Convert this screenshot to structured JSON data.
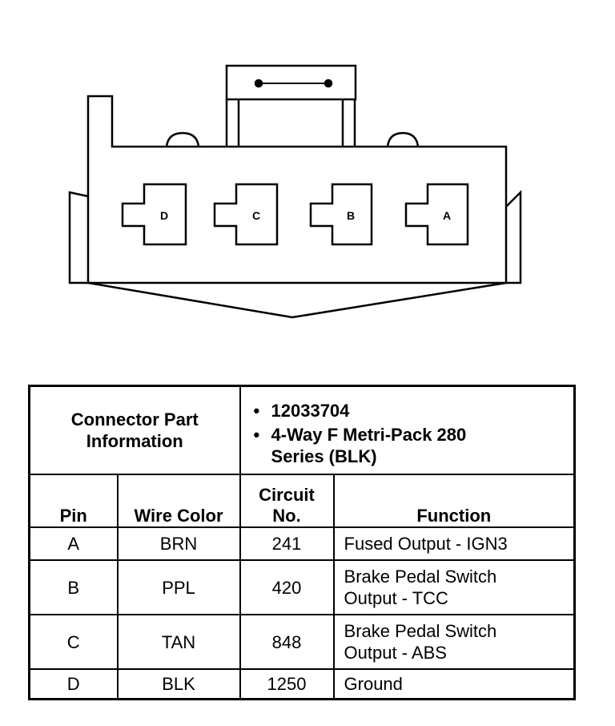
{
  "connector": {
    "pins": [
      "D",
      "C",
      "B",
      "A"
    ]
  },
  "info": {
    "label_line1": "Connector Part",
    "label_line2": "Information",
    "items": [
      "12033704",
      "4-Way F Metri-Pack 280",
      "Series (BLK)"
    ]
  },
  "headers": {
    "pin": "Pin",
    "wire_color": "Wire Color",
    "circuit_line1": "Circuit",
    "circuit_line2": "No.",
    "function": "Function"
  },
  "rows": [
    {
      "pin": "A",
      "wire": "BRN",
      "circuit": "241",
      "func1": "Fused Output - IGN3",
      "func2": ""
    },
    {
      "pin": "B",
      "wire": "PPL",
      "circuit": "420",
      "func1": "Brake Pedal Switch",
      "func2": "Output - TCC"
    },
    {
      "pin": "C",
      "wire": "TAN",
      "circuit": "848",
      "func1": "Brake Pedal Switch",
      "func2": "Output - ABS"
    },
    {
      "pin": "D",
      "wire": "BLK",
      "circuit": "1250",
      "func1": "Ground",
      "func2": ""
    }
  ]
}
